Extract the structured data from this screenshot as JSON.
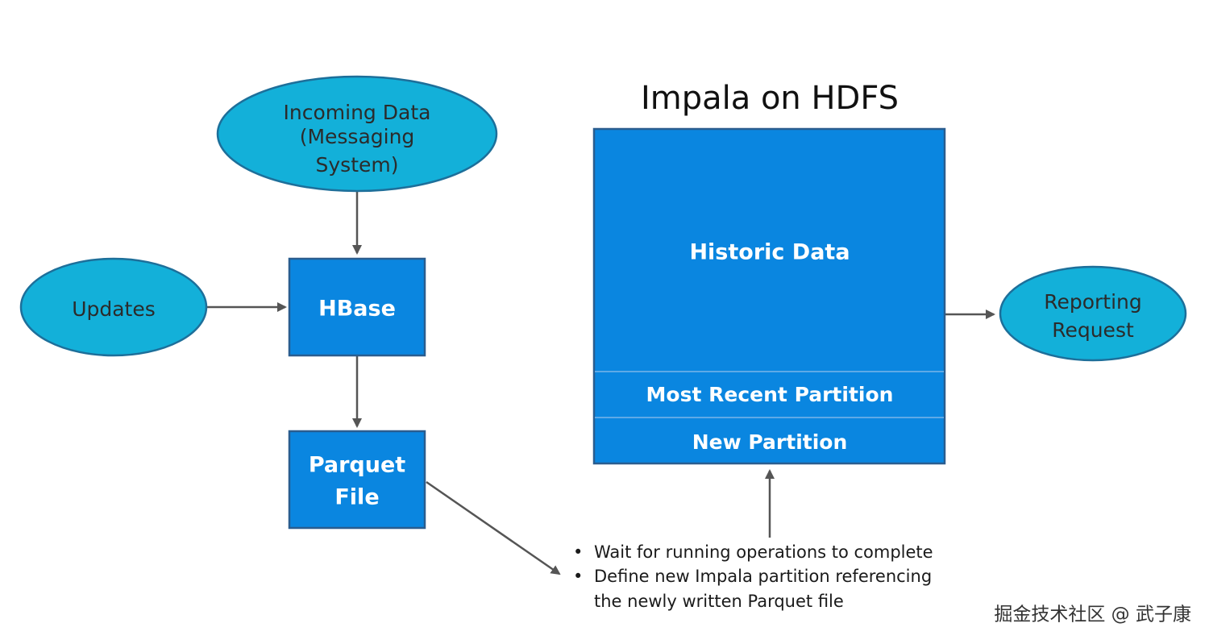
{
  "nodes": {
    "incoming_data": {
      "lines": [
        "Incoming Data",
        "(Messaging",
        "System)"
      ]
    },
    "updates": {
      "label": "Updates"
    },
    "hbase": {
      "label": "HBase"
    },
    "parquet_file": {
      "lines": [
        "Parquet",
        "File"
      ]
    },
    "reporting_request": {
      "lines": [
        "Reporting",
        "Request"
      ]
    }
  },
  "impala": {
    "title": "Impala on HDFS",
    "historic_data": "Historic Data",
    "most_recent_partition": "Most Recent Partition",
    "new_partition": "New Partition"
  },
  "notes": {
    "bullet": "•",
    "items": [
      "Wait for running operations to complete",
      "Define new Impala partition referencing",
      "the newly written Parquet file"
    ]
  },
  "watermark": {
    "text": "掘金技术社区 @ 武子康"
  },
  "colors": {
    "ellipse_fill": "#13b0d9",
    "box_fill": "#0a86e0",
    "arrow": "#555555"
  }
}
